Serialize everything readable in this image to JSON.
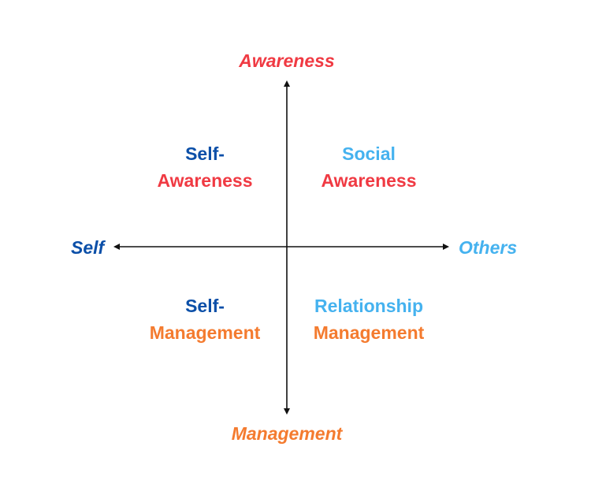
{
  "colors": {
    "awareness": "#f03a43",
    "management": "#f47b2f",
    "self": "#0b4fa8",
    "others": "#45b2ef",
    "axis": "#111111",
    "background": "#ffffff"
  },
  "axes": {
    "top": "Awareness",
    "bottom": "Management",
    "left": "Self",
    "right": "Others"
  },
  "quadrants": {
    "top_left": {
      "line1": "Self-",
      "line2": "Awareness"
    },
    "top_right": {
      "line1": "Social",
      "line2": "Awareness"
    },
    "bottom_left": {
      "line1": "Self-",
      "line2": "Management"
    },
    "bottom_right": {
      "line1": "Relationship",
      "line2": "Management"
    }
  }
}
